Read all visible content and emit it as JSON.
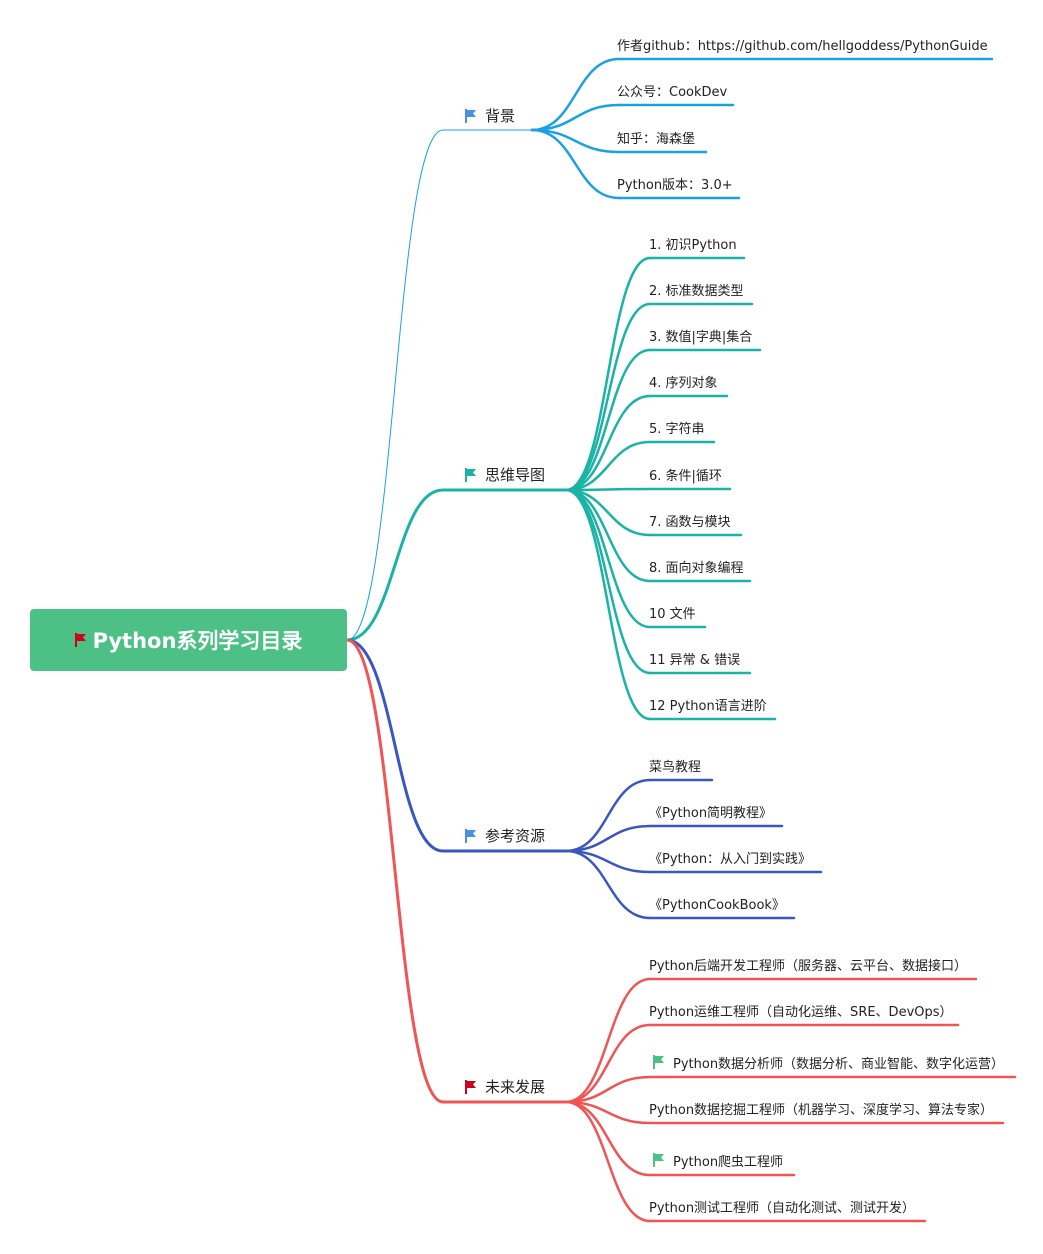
{
  "root": {
    "label": "Python系列学习目录",
    "flag_color": "#d0021b",
    "bg_color": "#4dc086"
  },
  "branches": [
    {
      "label": "背景",
      "color": "#1aa1e4",
      "flag_color": "#4a90e2",
      "leaves": [
        {
          "label": "作者github：https://github.com/hellgoddess/PythonGuide"
        },
        {
          "label": "公众号：CookDev"
        },
        {
          "label": "知乎：海森堡"
        },
        {
          "label": "Python版本：3.0+"
        }
      ]
    },
    {
      "label": "思维导图",
      "color": "#1ab3a5",
      "flag_color": "#1ab3a5",
      "leaves": [
        {
          "label": "1. 初识Python"
        },
        {
          "label": "2. 标准数据类型"
        },
        {
          "label": "3. 数值|字典|集合"
        },
        {
          "label": "4. 序列对象"
        },
        {
          "label": "5. 字符串"
        },
        {
          "label": "6. 条件|循环"
        },
        {
          "label": "7. 函数与模块"
        },
        {
          "label": "8. 面向对象编程"
        },
        {
          "label": "10 文件"
        },
        {
          "label": "11 异常 & 错误"
        },
        {
          "label": "12 Python语言进阶"
        }
      ]
    },
    {
      "label": "参考资源",
      "color": "#3a56c0",
      "flag_color": "#4a90e2",
      "leaves": [
        {
          "label": "菜鸟教程"
        },
        {
          "label": "《Python简明教程》"
        },
        {
          "label": "《Python：从入门到实践》"
        },
        {
          "label": "《PythonCookBook》"
        }
      ]
    },
    {
      "label": "未来发展",
      "color": "#f05454",
      "flag_color": "#d0021b",
      "leaves": [
        {
          "label": "Python后端开发工程师（服务器、云平台、数据接口）"
        },
        {
          "label": "Python运维工程师（自动化运维、SRE、DevOps）"
        },
        {
          "label": "Python数据分析师（数据分析、商业智能、数字化运营）",
          "flag": true,
          "flag_color": "#4dc086"
        },
        {
          "label": "Python数据挖掘工程师（机器学习、深度学习、算法专家）"
        },
        {
          "label": "Python爬虫工程师",
          "flag": true,
          "flag_color": "#4dc086"
        },
        {
          "label": "Python测试工程师（自动化测试、测试开发）"
        }
      ]
    }
  ]
}
